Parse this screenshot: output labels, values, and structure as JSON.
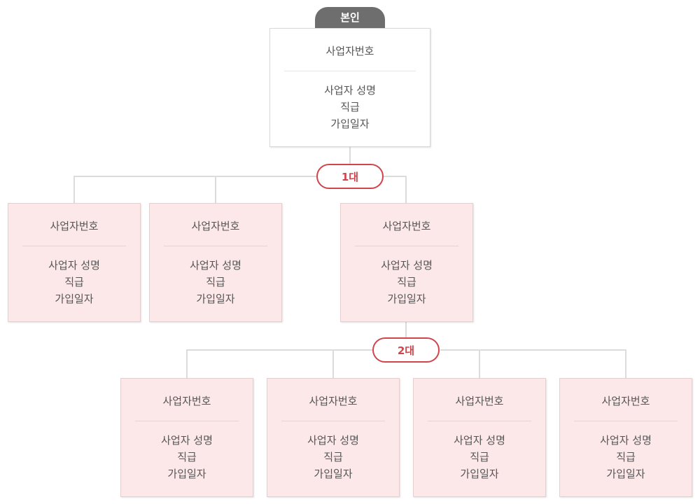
{
  "self": {
    "tab_label": "본인",
    "card": {
      "reg": "사업자번호",
      "name": "사업자 성명",
      "rank": "직급",
      "date": "가입일자"
    }
  },
  "generation1": {
    "label": "1대",
    "members": [
      {
        "reg": "사업자번호",
        "name": "사업자 성명",
        "rank": "직급",
        "date": "가입일자"
      },
      {
        "reg": "사업자번호",
        "name": "사업자 성명",
        "rank": "직급",
        "date": "가입일자"
      },
      {
        "reg": "사업자번호",
        "name": "사업자 성명",
        "rank": "직급",
        "date": "가입일자"
      }
    ]
  },
  "generation2": {
    "label": "2대",
    "members": [
      {
        "reg": "사업자번호",
        "name": "사업자 성명",
        "rank": "직급",
        "date": "가입일자"
      },
      {
        "reg": "사업자번호",
        "name": "사업자 성명",
        "rank": "직급",
        "date": "가입일자"
      },
      {
        "reg": "사업자번호",
        "name": "사업자 성명",
        "rank": "직급",
        "date": "가입일자"
      },
      {
        "reg": "사업자번호",
        "name": "사업자 성명",
        "rank": "직급",
        "date": "가입일자"
      }
    ]
  },
  "colors": {
    "self_tab": "#6e6e6e",
    "member_card": "#fde8e9",
    "generation_badge": "#d2444b",
    "connector": "#dcdcdc"
  }
}
